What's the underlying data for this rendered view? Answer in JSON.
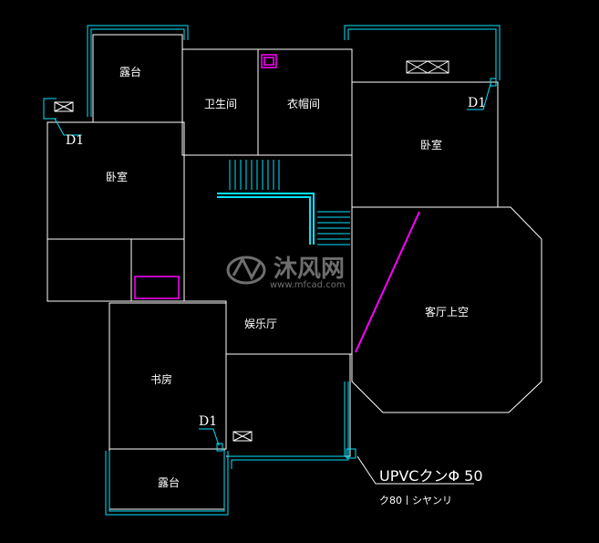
{
  "plan": {
    "colors": {
      "background": "#000000",
      "wall": "#ffffff",
      "balcony_rail": "#00e5ff",
      "stair": "#00e5ff",
      "accent_magenta": "#ff00ff"
    },
    "rooms": {
      "balcony_top_left": "露台",
      "bathroom": "卫生间",
      "cloakroom": "衣帽间",
      "bedroom_left": "卧室",
      "bedroom_right": "卧室",
      "void_living": "客厅上空",
      "entertainment": "娱乐厅",
      "study": "书房",
      "balcony_bottom": "露台"
    },
    "tags": {
      "d1_left": "D1",
      "d1_right": "D1",
      "d1_bottom": "D1"
    },
    "notes": {
      "pipe_spec": "UPVCクンΦ 50",
      "pipe_sub": "ク80丨シヤンリ"
    },
    "watermark": {
      "brand": "沐风网",
      "url": "www.mfcad.com"
    }
  }
}
